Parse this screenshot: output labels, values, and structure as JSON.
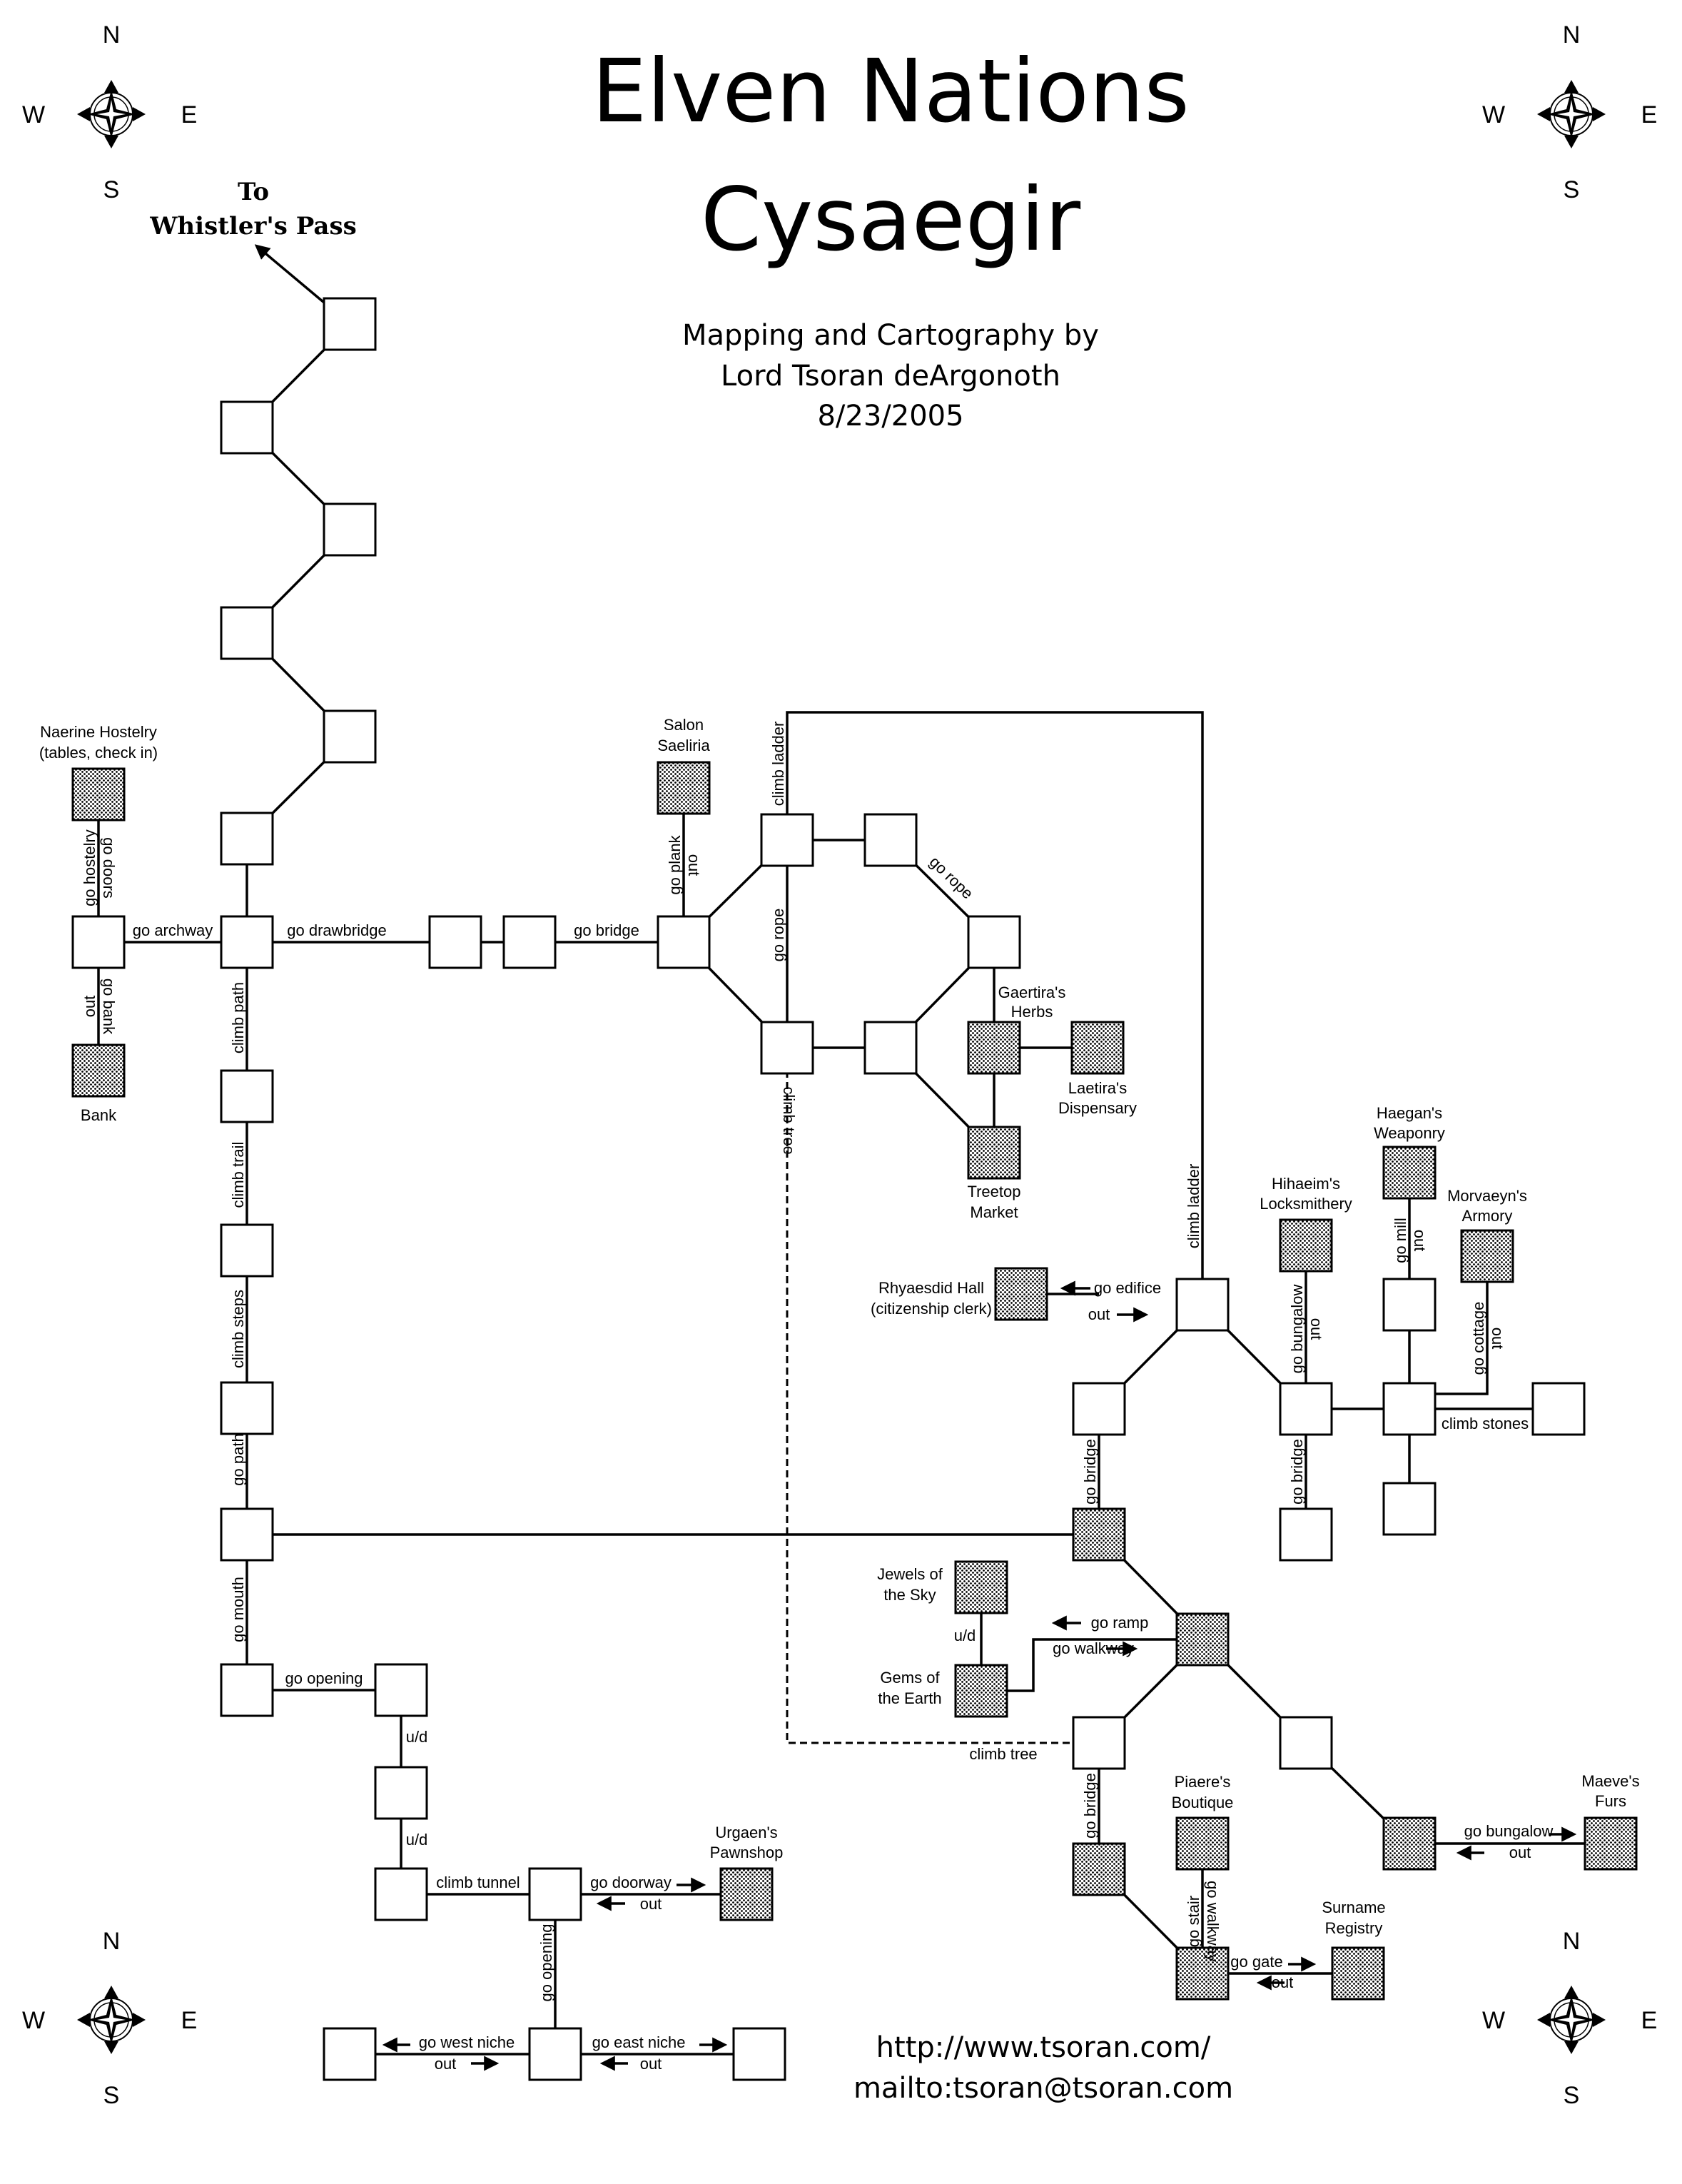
{
  "header": {
    "title_line1": "Elven Nations",
    "title_line2": "Cysaegir",
    "credit_line1": "Mapping and Cartography by",
    "credit_line2": "Lord Tsoran deArgonoth",
    "credit_line3": "8/23/2005"
  },
  "footer": {
    "url": "http://www.tsoran.com/",
    "mail": "mailto:tsoran@tsoran.com"
  },
  "compass": {
    "n": "N",
    "s": "S",
    "e": "E",
    "w": "W"
  },
  "exit_label": {
    "line1": "To",
    "line2": "Whistler's Pass"
  },
  "places": {
    "naerine_1": "Naerine Hostelry",
    "naerine_2": "(tables, check in)",
    "bank": "Bank",
    "salon_1": "Salon",
    "salon_2": "Saeliria",
    "gaertira_1": "Gaertira's",
    "gaertira_2": "Herbs",
    "laetira_1": "Laetira's",
    "laetira_2": "Dispensary",
    "treetop_1": "Treetop",
    "treetop_2": "Market",
    "haegan_1": "Haegan's",
    "haegan_2": "Weaponry",
    "hihaeim_1": "Hihaeim's",
    "hihaeim_2": "Locksmithery",
    "morvaeyn_1": "Morvaeyn's",
    "morvaeyn_2": "Armory",
    "rhyaesdid_1": "Rhyaesdid Hall",
    "rhyaesdid_2": "(citizenship clerk)",
    "jewels_1": "Jewels of",
    "jewels_2": "the Sky",
    "gems_1": "Gems of",
    "gems_2": "the Earth",
    "piaere_1": "Piaere's",
    "piaere_2": "Boutique",
    "maeve_1": "Maeve's",
    "maeve_2": "Furs",
    "surname_1": "Surname",
    "surname_2": "Registry",
    "urgaen_1": "Urgaen's",
    "urgaen_2": "Pawnshop"
  },
  "paths": {
    "go_hostelry": "go hostelry",
    "go_doors": "go doors",
    "go_archway": "go archway",
    "go_bank": "go bank",
    "out_bank": "out",
    "go_drawbridge": "go drawbridge",
    "go_bridge": "go bridge",
    "go_plank": "go plank",
    "out_plank": "out",
    "climb_ladder_top": "climb ladder",
    "go_rope_vertical": "go rope",
    "go_rope_diagonal": "go rope",
    "climb_tree_vertical": "climb tree",
    "climb_path": "climb path",
    "climb_trail": "climb trail",
    "climb_steps": "climb steps",
    "go_path": "go path",
    "go_mouth": "go mouth",
    "go_opening": "go opening",
    "ud_1": "u/d",
    "ud_2": "u/d",
    "climb_tunnel": "climb tunnel",
    "go_doorway": "go doorway",
    "out_doorway": "out",
    "go_opening_vertical": "go opening",
    "go_west_niche": "go west niche",
    "out_west_niche": "out",
    "go_east_niche": "go east niche",
    "out_east_niche": "out",
    "climb_ladder_right": "climb ladder",
    "go_edifice": "go edifice",
    "out_edifice": "out",
    "go_bungalow_vertical": "go bungalow",
    "out_bungalow_vertical": "out",
    "go_mill": "go mill",
    "out_mill": "out",
    "go_cottage": "go cottage",
    "out_cottage": "out",
    "climb_stones": "climb stones",
    "go_bridge_left": "go bridge",
    "go_bridge_right": "go bridge",
    "ud_jewels": "u/d",
    "go_ramp": "go ramp",
    "go_walkway": "go walkway",
    "climb_tree_bottom": "climb tree",
    "go_bridge_lower": "go bridge",
    "go_stair": "go stair",
    "go_walkway_vertical": "go walkway",
    "go_gate": "go gate",
    "out_gate": "out",
    "go_bungalow": "go bungalow",
    "out_bungalow": "out"
  }
}
